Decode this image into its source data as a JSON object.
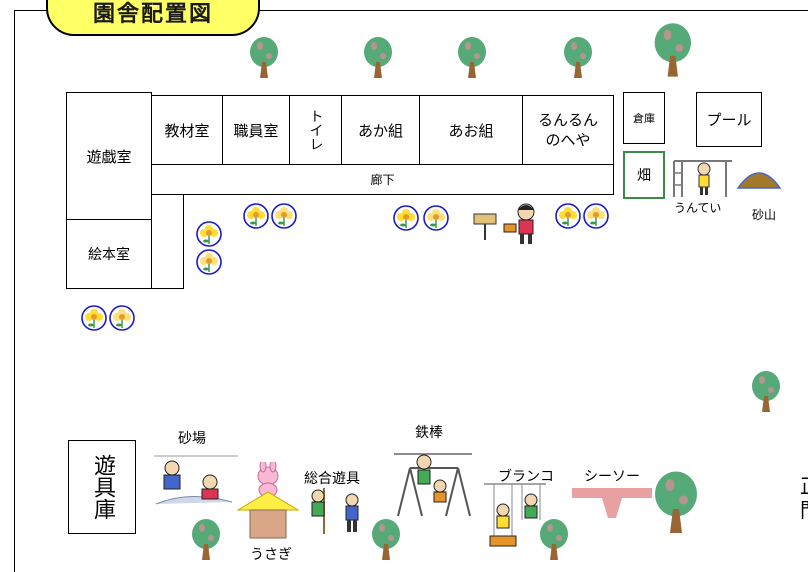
{
  "title": "園舎配置図",
  "rooms": {
    "yugishitsu": "遊戯室",
    "ehonshitsu": "絵本室",
    "kyozaishitsu": "教材室",
    "shokuinshitsu": "職員室",
    "toilet": "トイレ",
    "akagumi": "あか組",
    "aogumi": "あお組",
    "runrun_line1": "るんるん",
    "runrun_line2": "のへや",
    "soko": "倉庫",
    "pool": "プール",
    "hatake": "畑",
    "roka": "廊下"
  },
  "playground": {
    "untei": "うんてい",
    "sunayama": "砂山",
    "sunaba": "砂場",
    "sogoyugu": "総合遊具",
    "tetsubou": "鉄棒",
    "buranko": "ブランコ",
    "seesaw": "シーソー",
    "usagi": "うさぎ",
    "yugukodan": "遊具庫"
  },
  "edge_text": {
    "line1": "正",
    "line2": "門"
  },
  "colors": {
    "title_bg": "#ffff66",
    "tree_green": "#55aa77",
    "tree_trunk": "#996633",
    "flower_ring": "#1a1ad0",
    "hatake_border": "#3a8a4a",
    "seesaw": "#e8a0a0",
    "usagi_roof": "#ffee44",
    "usagi_hutch": "#d9a788",
    "sunayama": "#a07a2a"
  }
}
